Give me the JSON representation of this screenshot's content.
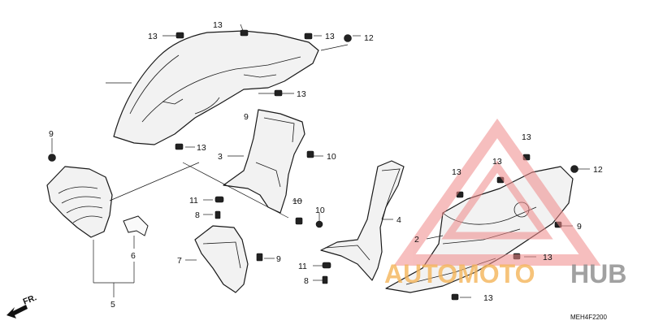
{
  "diagram": {
    "code": "MEH4F2200",
    "direction_label": "FR."
  },
  "callouts": [
    {
      "id": "c13a",
      "text": "13"
    },
    {
      "id": "c13b",
      "text": "13"
    },
    {
      "id": "c13c",
      "text": "13"
    },
    {
      "id": "c12a",
      "text": "12"
    },
    {
      "id": "c13d",
      "text": "13"
    },
    {
      "id": "c9a",
      "text": "9"
    },
    {
      "id": "c9b",
      "text": "9"
    },
    {
      "id": "c3",
      "text": "3"
    },
    {
      "id": "c13e",
      "text": "13"
    },
    {
      "id": "c10a",
      "text": "10"
    },
    {
      "id": "c11a",
      "text": "11"
    },
    {
      "id": "c8a",
      "text": "8"
    },
    {
      "id": "c10b",
      "text": "10"
    },
    {
      "id": "c10c",
      "text": "10"
    },
    {
      "id": "c4",
      "text": "4"
    },
    {
      "id": "c7",
      "text": "7"
    },
    {
      "id": "c9c",
      "text": "9"
    },
    {
      "id": "c6",
      "text": "6"
    },
    {
      "id": "c5",
      "text": "5"
    },
    {
      "id": "c11b",
      "text": "11"
    },
    {
      "id": "c8b",
      "text": "8"
    },
    {
      "id": "c13f",
      "text": "13"
    },
    {
      "id": "c13g",
      "text": "13"
    },
    {
      "id": "c13h",
      "text": "13"
    },
    {
      "id": "c12b",
      "text": "12"
    },
    {
      "id": "c2",
      "text": "2"
    },
    {
      "id": "c9d",
      "text": "9"
    },
    {
      "id": "c13i",
      "text": "13"
    },
    {
      "id": "c13j",
      "text": "13"
    }
  ],
  "watermark": {
    "word_1": "AUTOMOTO",
    "word_2": "HUB",
    "color_1": "#f5b55a",
    "color_2": "#8a8a8a",
    "triangle_color": "#f08a8a"
  }
}
